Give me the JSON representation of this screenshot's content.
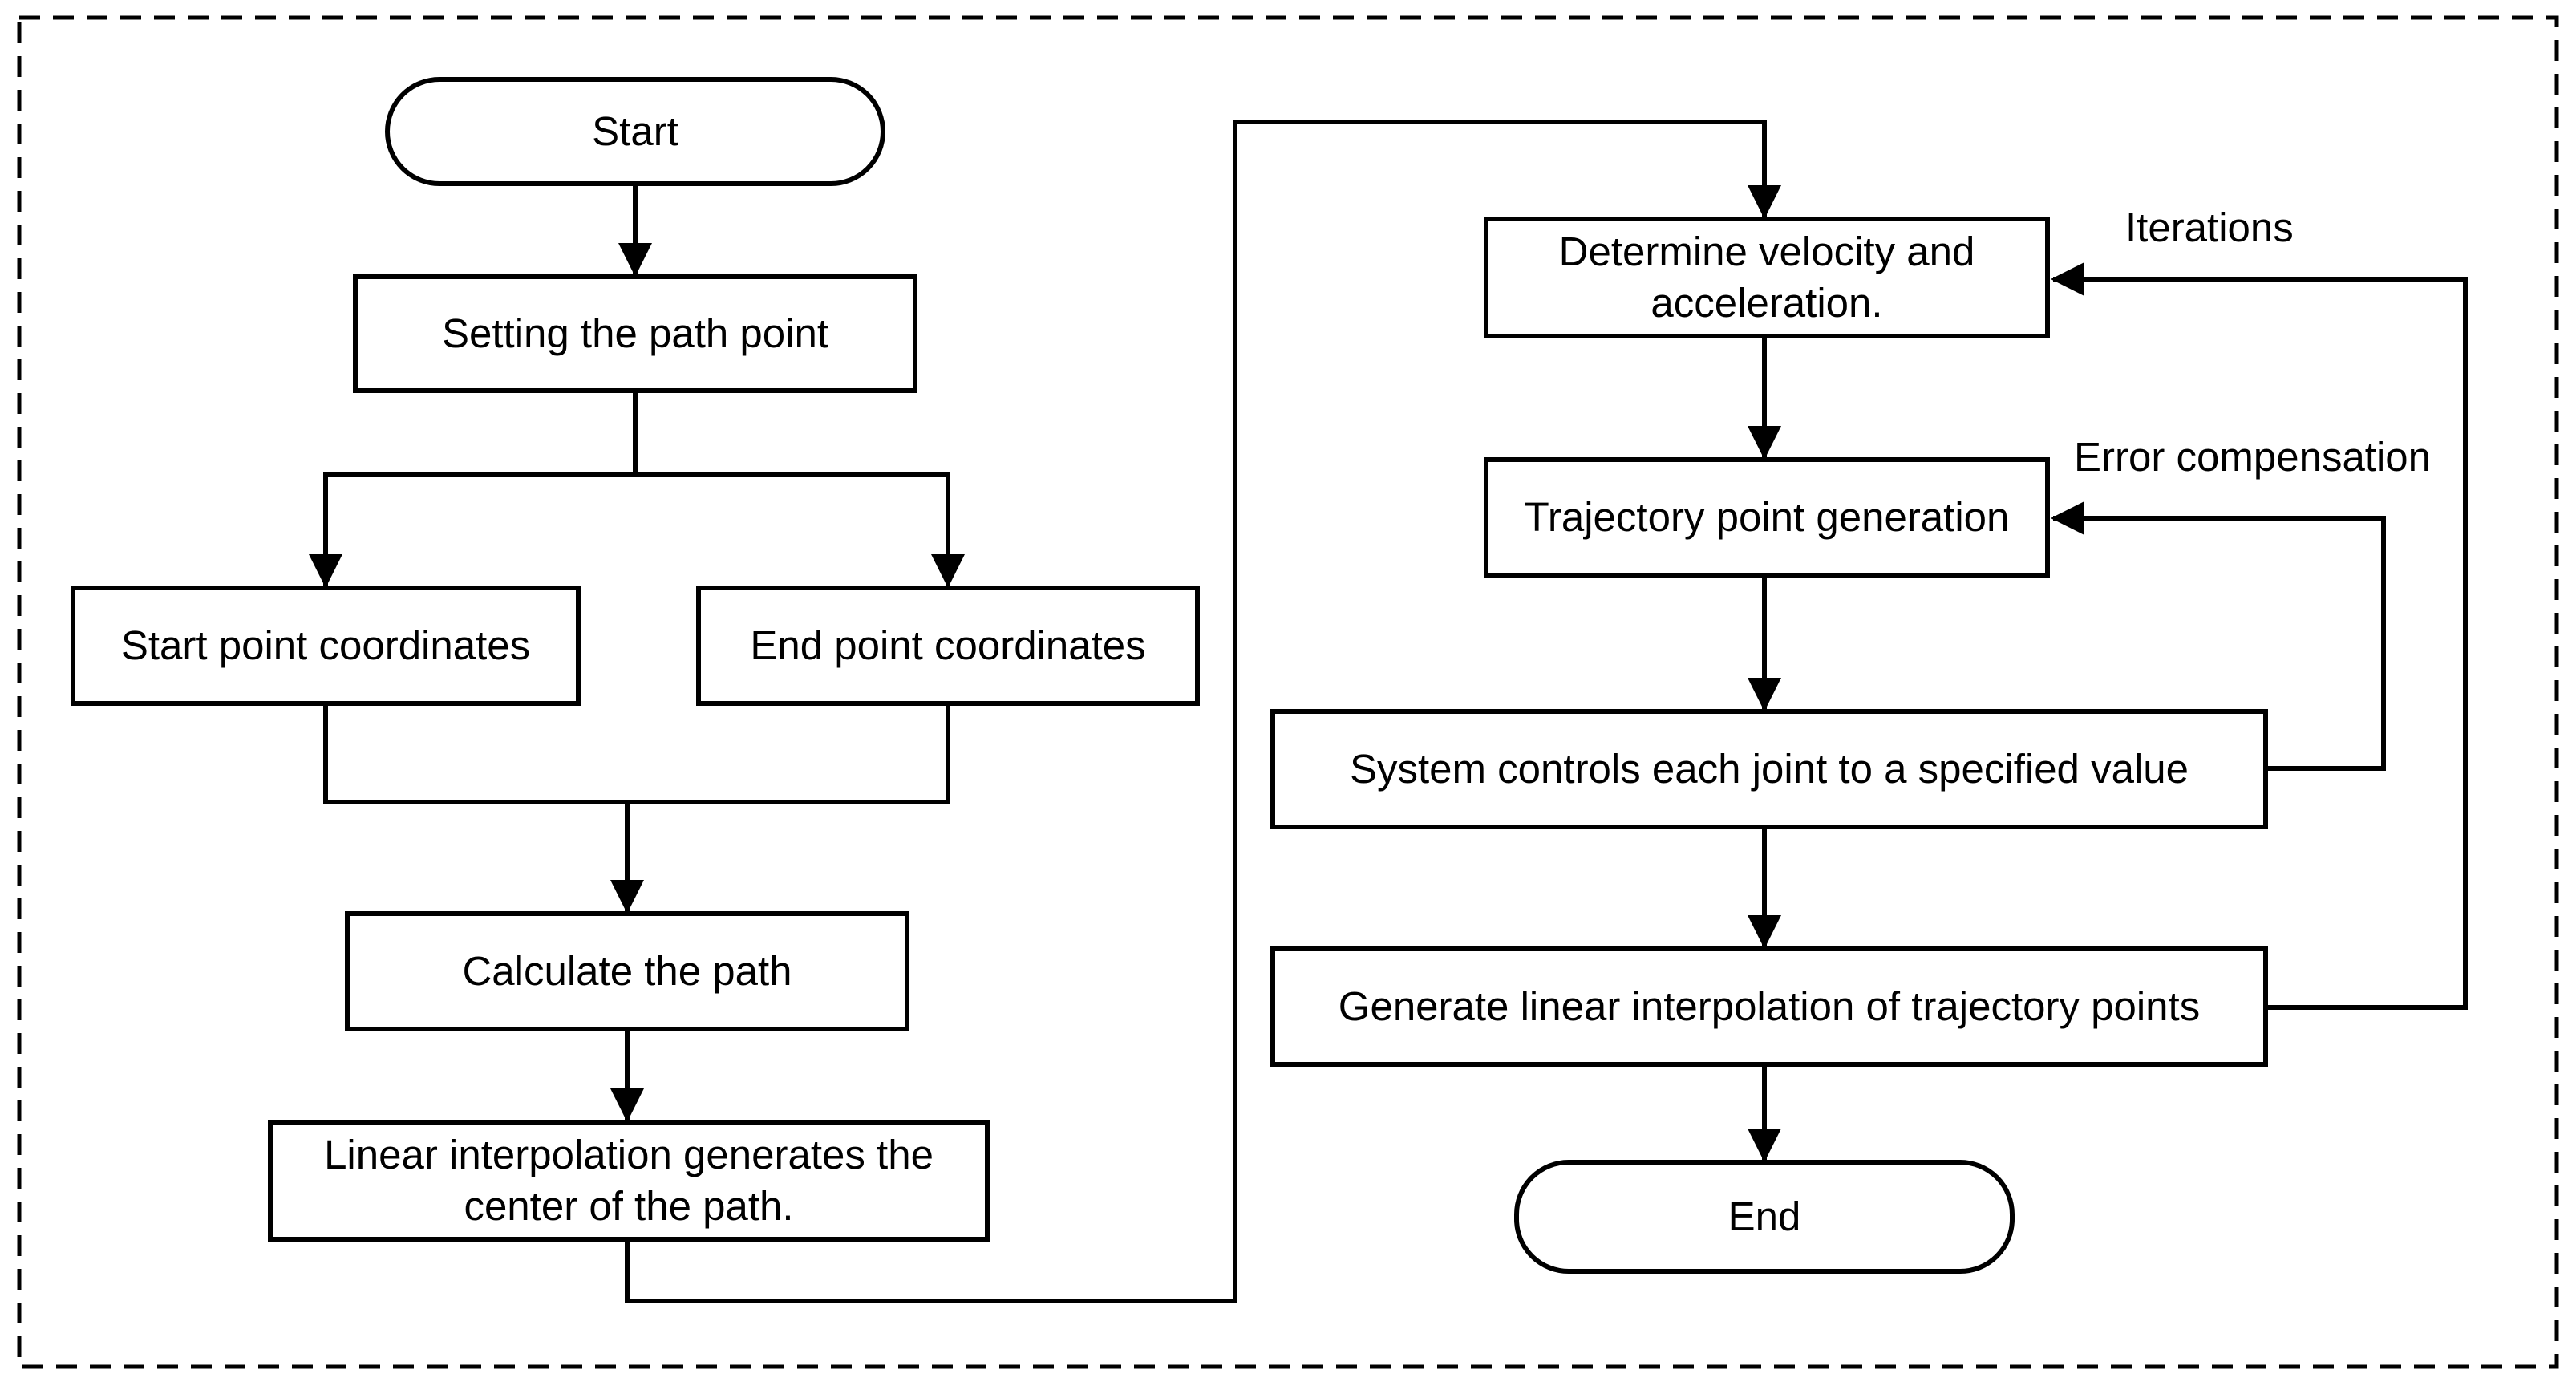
{
  "flowchart": {
    "start": "Start",
    "setting_path_point": "Setting the path point",
    "start_point_coordinates": "Start point coordinates",
    "end_point_coordinates": "End point coordinates",
    "calculate_path": "Calculate the path",
    "linear_interpolation_center": "Linear interpolation generates the\ncenter of the path.",
    "determine_velocity": "Determine velocity and\nacceleration.",
    "trajectory_point_generation": "Trajectory point generation",
    "system_controls_joint": "System controls each joint to a specified value",
    "generate_linear_interpolation": "Generate linear interpolation of trajectory points",
    "end": "End"
  },
  "labels": {
    "iterations": "Iterations",
    "error_compensation": "Error compensation"
  },
  "colors": {
    "stroke": "#000000",
    "background": "#ffffff"
  }
}
